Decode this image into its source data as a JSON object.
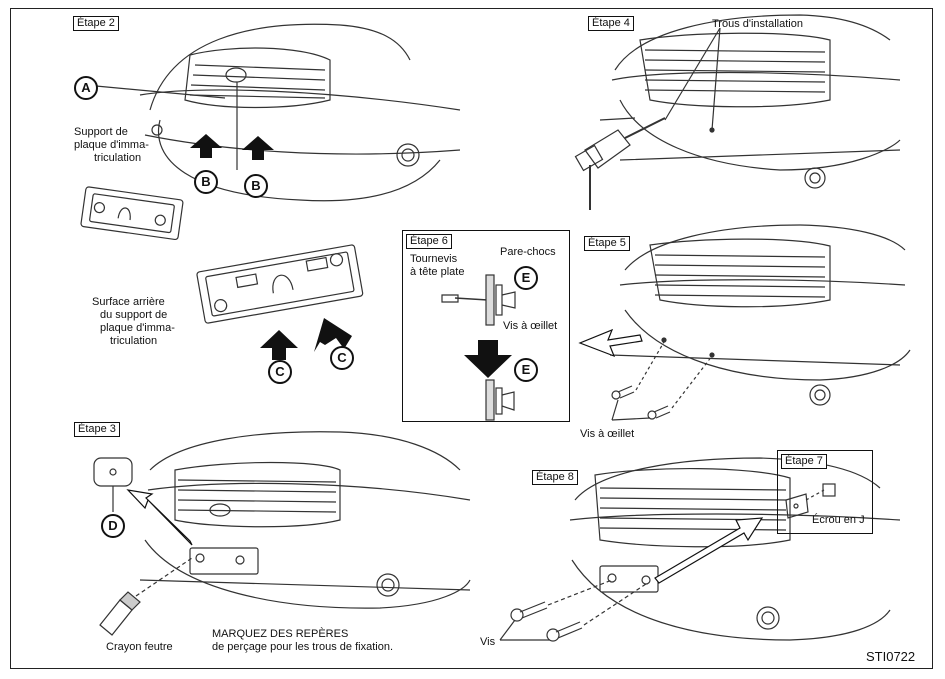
{
  "steps": {
    "s2": "Étape 2",
    "s3": "Étape 3",
    "s4": "Étape 4",
    "s5": "Étape 5",
    "s6": "Étape 6",
    "s7": "Étape 7",
    "s8": "Étape 8"
  },
  "callouts": {
    "A": "A",
    "B": "B",
    "C": "C",
    "D": "D",
    "E": "E"
  },
  "labels": {
    "support_l1": "Support de",
    "support_l2": "plaque d'imma-",
    "support_l3": "triculation",
    "surface_l1": "Surface arrière",
    "surface_l2": "du support de",
    "surface_l3": "plaque d'imma-",
    "surface_l4": "triculation",
    "trous": "Trous d'installation",
    "tournevis_l1": "Tournevis",
    "tournevis_l2": "à tête plate",
    "parechocs": "Pare-chocs",
    "vis_oeillet_6": "Vis à œillet",
    "vis_oeillet_5": "Vis à œillet",
    "crayon": "Crayon feutre",
    "marquez_l1": "MARQUEZ DES REPÈRES",
    "marquez_l2": "de perçage pour les trous de fixation.",
    "ecrou": "Écrou en J",
    "vis": "Vis",
    "code": "STI0722"
  }
}
